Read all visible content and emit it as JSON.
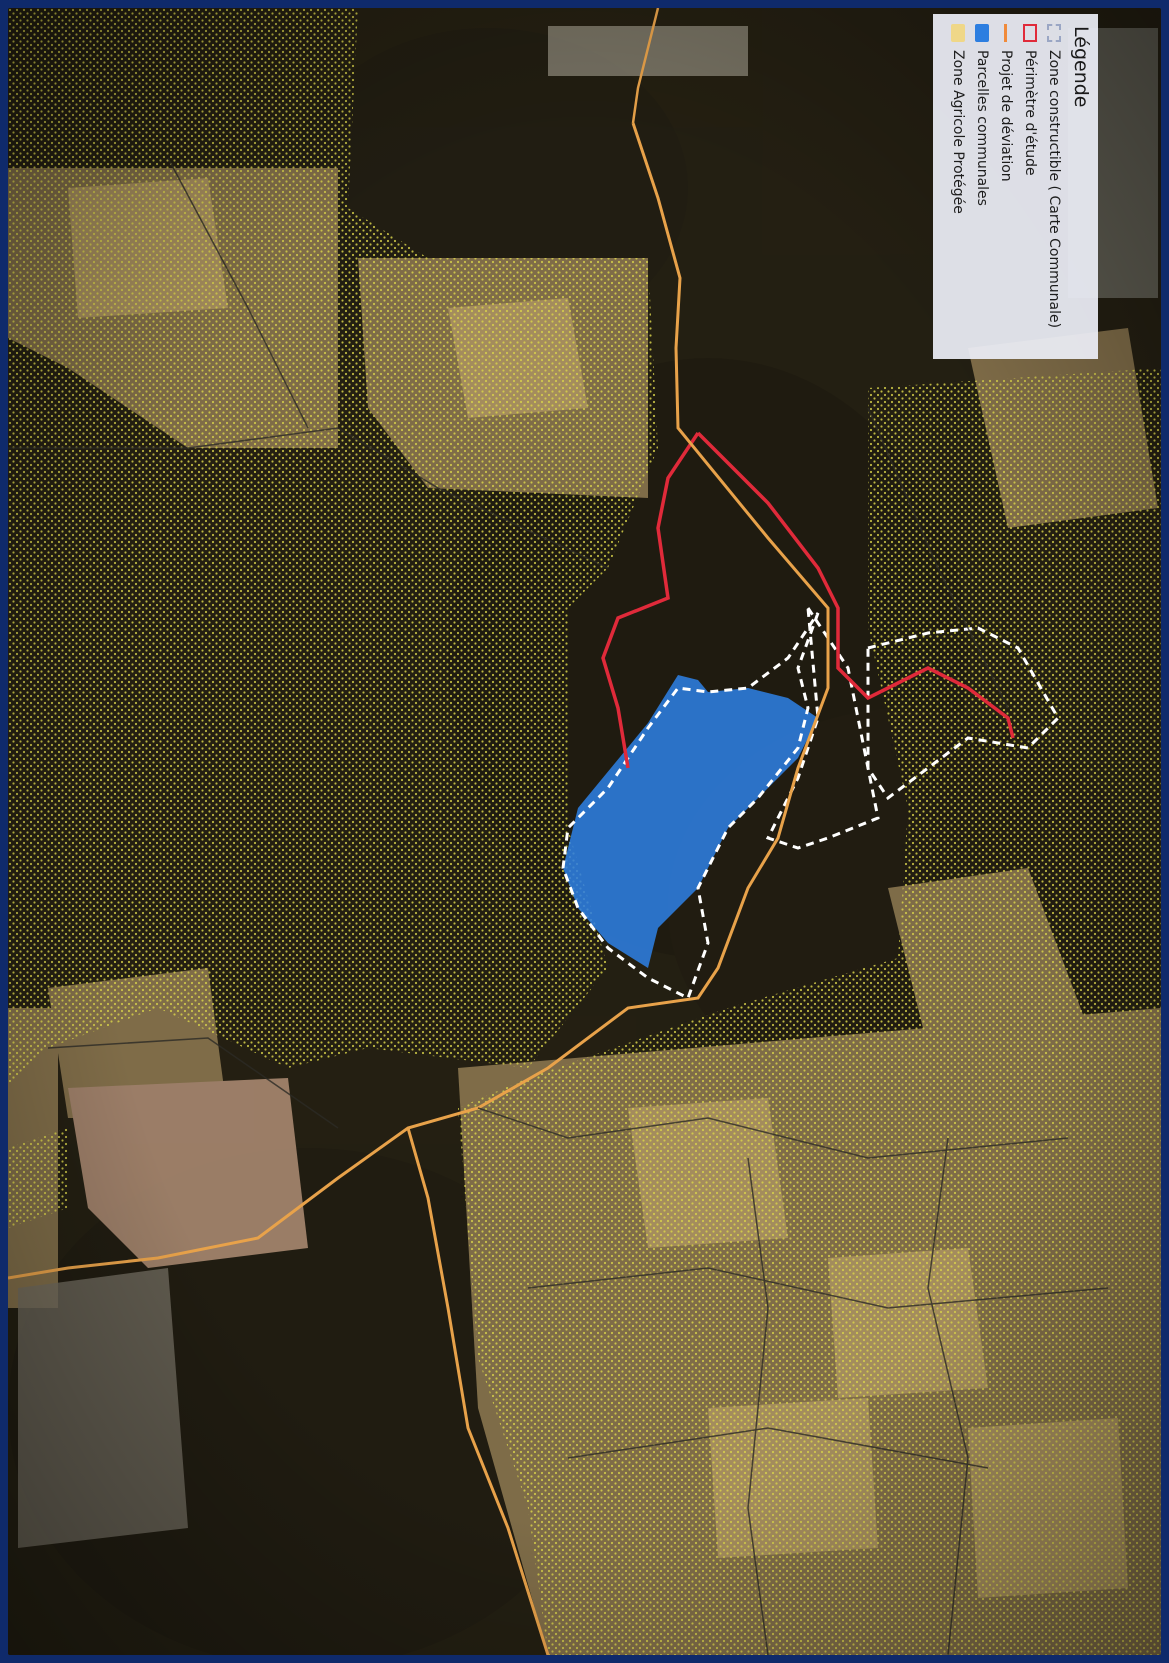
{
  "legend": {
    "title": "Légende",
    "items": [
      {
        "label": "Zone constructible ( Carte Communale)",
        "swatch": "dashed-outline",
        "color": "#ffffff"
      },
      {
        "label": "Périmètre d'étude",
        "swatch": "outline",
        "color": "#e02a3a"
      },
      {
        "label": "Projet de déviation",
        "swatch": "line",
        "color": "#f08a3a"
      },
      {
        "label": "Parcelles communales",
        "swatch": "fill",
        "color": "#2d7ee0"
      },
      {
        "label": "Zone Agricole Protégée",
        "swatch": "fill",
        "color": "#efd788"
      }
    ]
  },
  "colors": {
    "frame": "#0f2a6b",
    "imagery_dark": "#2b2416",
    "farmland": "#a48a5c",
    "road": "#e8a24a",
    "perimeter": "#e02a3a",
    "parcels": "#2d7ee0",
    "zone_dash": "#ffffff"
  }
}
